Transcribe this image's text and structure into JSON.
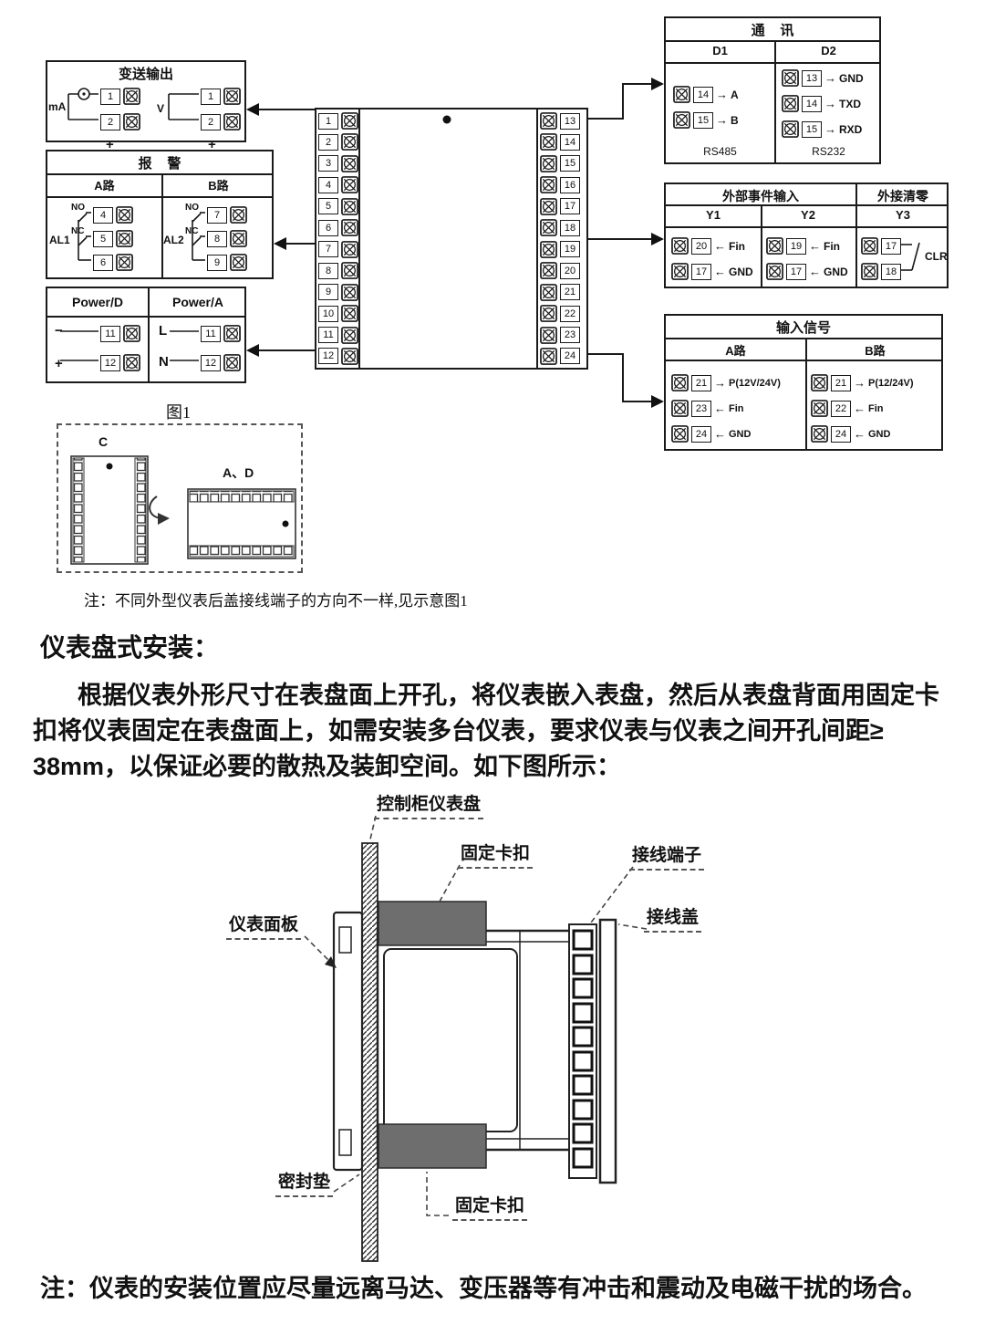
{
  "transmission": {
    "title": "变送输出",
    "ma_label": "mA",
    "v_label": "V",
    "plus": "+",
    "minus": "−",
    "ma_terminals": [
      "1",
      "2"
    ],
    "v_terminals": [
      "1",
      "2"
    ]
  },
  "alarm": {
    "title": "报    警",
    "route_a": "A路",
    "route_b": "B路",
    "al1": "AL1",
    "al2": "AL2",
    "no": "NO",
    "nc": "NC",
    "a_terminals": [
      "4",
      "5",
      "6"
    ],
    "b_terminals": [
      "7",
      "8",
      "9"
    ]
  },
  "power": {
    "title_d": "Power/D",
    "title_a": "Power/A",
    "d_minus": "−",
    "d_plus": "+",
    "a_l": "L",
    "a_n": "N",
    "d_terminals": [
      "11",
      "12"
    ],
    "a_terminals": [
      "11",
      "12"
    ]
  },
  "terminal_block": {
    "left": [
      "1",
      "2",
      "3",
      "4",
      "5",
      "6",
      "7",
      "8",
      "9",
      "10",
      "11",
      "12"
    ],
    "right": [
      "13",
      "14",
      "15",
      "16",
      "17",
      "18",
      "19",
      "20",
      "21",
      "22",
      "23",
      "24"
    ]
  },
  "comm": {
    "title": "通    讯",
    "col1": "D1",
    "col2": "D2",
    "d1_rows": [
      {
        "num": "14",
        "arrow": "→",
        "label": "A"
      },
      {
        "num": "15",
        "arrow": "→",
        "label": "B"
      }
    ],
    "d2_rows": [
      {
        "num": "13",
        "arrow": "→",
        "label": "GND"
      },
      {
        "num": "14",
        "arrow": "→",
        "label": "TXD"
      },
      {
        "num": "15",
        "arrow": "→",
        "label": "RXD"
      }
    ],
    "rs485": "RS485",
    "rs232": "RS232"
  },
  "events": {
    "title_left": "外部事件输入",
    "title_right": "外接清零",
    "y1": "Y1",
    "y2": "Y2",
    "y3": "Y3",
    "y1_rows": [
      {
        "num": "20",
        "arrow": "←",
        "label": "Fin"
      },
      {
        "num": "17",
        "arrow": "←",
        "label": "GND"
      }
    ],
    "y2_rows": [
      {
        "num": "19",
        "arrow": "←",
        "label": "Fin"
      },
      {
        "num": "17",
        "arrow": "←",
        "label": "GND"
      }
    ],
    "y3_nums": [
      "17",
      "18"
    ],
    "clr": "CLR"
  },
  "input_signal": {
    "title": "输入信号",
    "route_a": "A路",
    "route_b": "B路",
    "a_rows": [
      {
        "num": "21",
        "arrow": "→",
        "label": "P(12V/24V)"
      },
      {
        "num": "23",
        "arrow": "←",
        "label": "Fin"
      },
      {
        "num": "24",
        "arrow": "←",
        "label": "GND"
      }
    ],
    "b_rows": [
      {
        "num": "21",
        "arrow": "→",
        "label": "P(12/24V)"
      },
      {
        "num": "22",
        "arrow": "←",
        "label": "Fin"
      },
      {
        "num": "24",
        "arrow": "←",
        "label": "GND"
      }
    ]
  },
  "figure1": {
    "caption": "图1",
    "c_label": "C",
    "ad_label": "A、D"
  },
  "notes": {
    "note1": "注：不同外型仪表后盖接线端子的方向不一样,见示意图1",
    "note2": "注：仪表的安装位置应尽量远离马达、变压器等有冲击和震动及电磁干扰的场合。"
  },
  "install": {
    "heading": "仪表盘式安装：",
    "line1": "根据仪表外形尺寸在表盘面上开孔，将仪表嵌入表盘，然后从表盘背面用固定卡",
    "line2": "扣将仪表固定在表盘面上，如需安装多台仪表，要求仪表与仪表之间开孔间距≥",
    "line3": "38mm，以保证必要的散热及装卸空间。如下图所示："
  },
  "mounting": {
    "panel": "控制柜仪表盘",
    "clip_top": "固定卡扣",
    "terminal": "接线端子",
    "cover": "接线盖",
    "front_panel": "仪表面板",
    "seal": "密封垫",
    "clip_bottom": "固定卡扣"
  }
}
